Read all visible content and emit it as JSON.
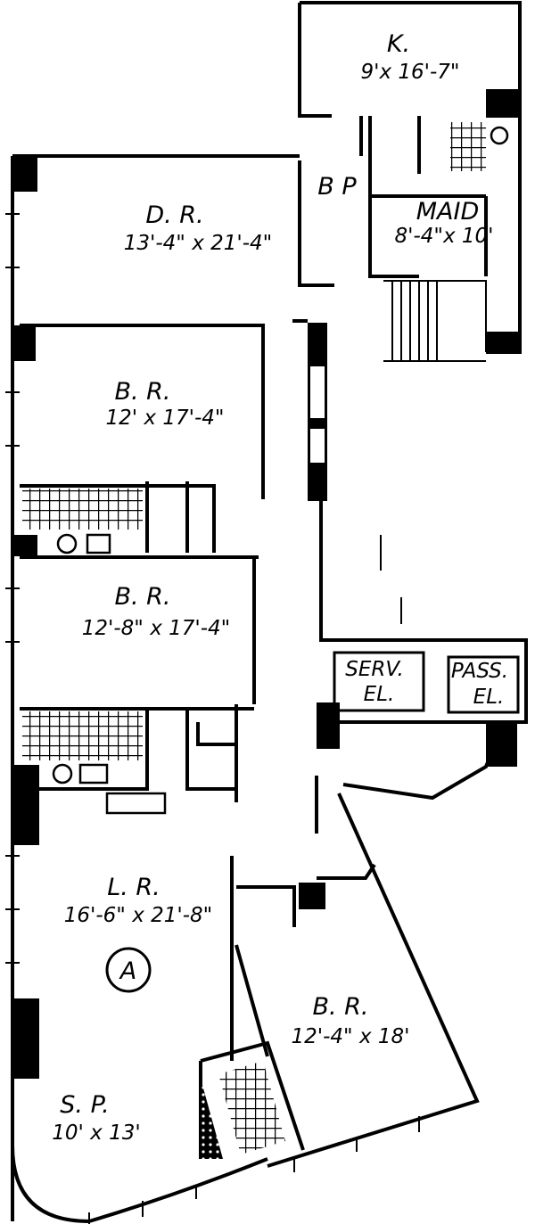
{
  "rooms": {
    "kitchen": {
      "name": "K.",
      "dims": "9'x 16'-7\""
    },
    "butler_pantry": {
      "name": "B P"
    },
    "maid": {
      "name": "MAID",
      "dims": "8'-4\"x 10'"
    },
    "dining": {
      "name": "D. R.",
      "dims": "13'-4\" x 21'-4\""
    },
    "bedroom1": {
      "name": "B. R.",
      "dims": "12' x 17'-4\""
    },
    "bedroom2": {
      "name": "B. R.",
      "dims": "12'-8\" x 17'-4\""
    },
    "living": {
      "name": "L. R.",
      "dims": "16'-6\" x 21'-8\""
    },
    "bedroom3": {
      "name": "B. R.",
      "dims": "12'-4\" x 18'"
    },
    "sun_porch": {
      "name": "S. P.",
      "dims": "10' x 13'"
    }
  },
  "elevators": {
    "service": {
      "line1": "SERV.",
      "line2": "EL."
    },
    "passenger": {
      "line1": "PASS.",
      "line2": "EL."
    }
  },
  "unit_marker": "A"
}
